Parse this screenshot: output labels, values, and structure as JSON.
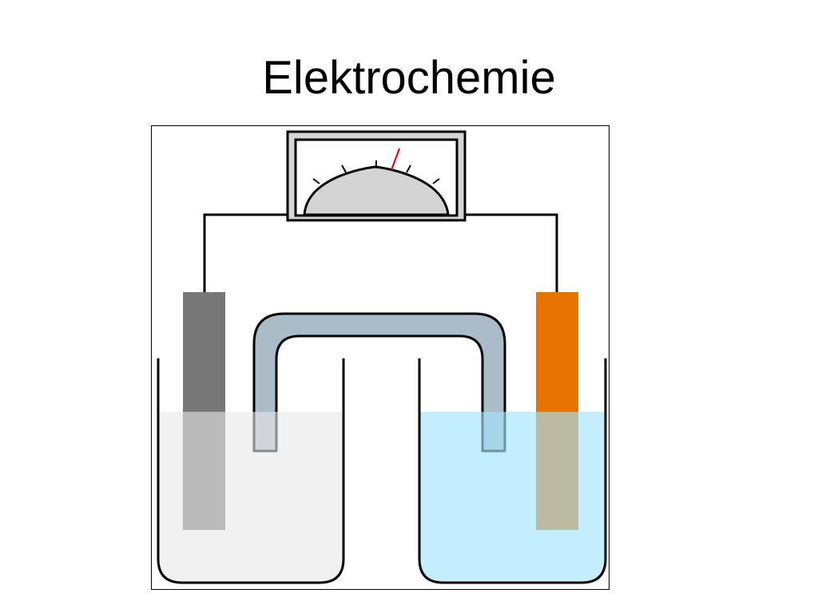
{
  "slide": {
    "title": "Elektrochemie"
  },
  "diagram": {
    "subject": "galvanic-cell",
    "components": [
      "voltmeter",
      "wire",
      "salt-bridge",
      "left-electrode",
      "right-electrode",
      "left-beaker",
      "right-beaker"
    ]
  },
  "colors": {
    "frame": "#000000",
    "meter_face": "#d4d4d4",
    "meter_needle": "#e00000",
    "left_electrode": "#777777",
    "right_electrode": "#e97300",
    "salt_bridge": "#a9bcc8",
    "left_solution": "#e8e8e8",
    "right_solution": "#a4e3fc"
  }
}
